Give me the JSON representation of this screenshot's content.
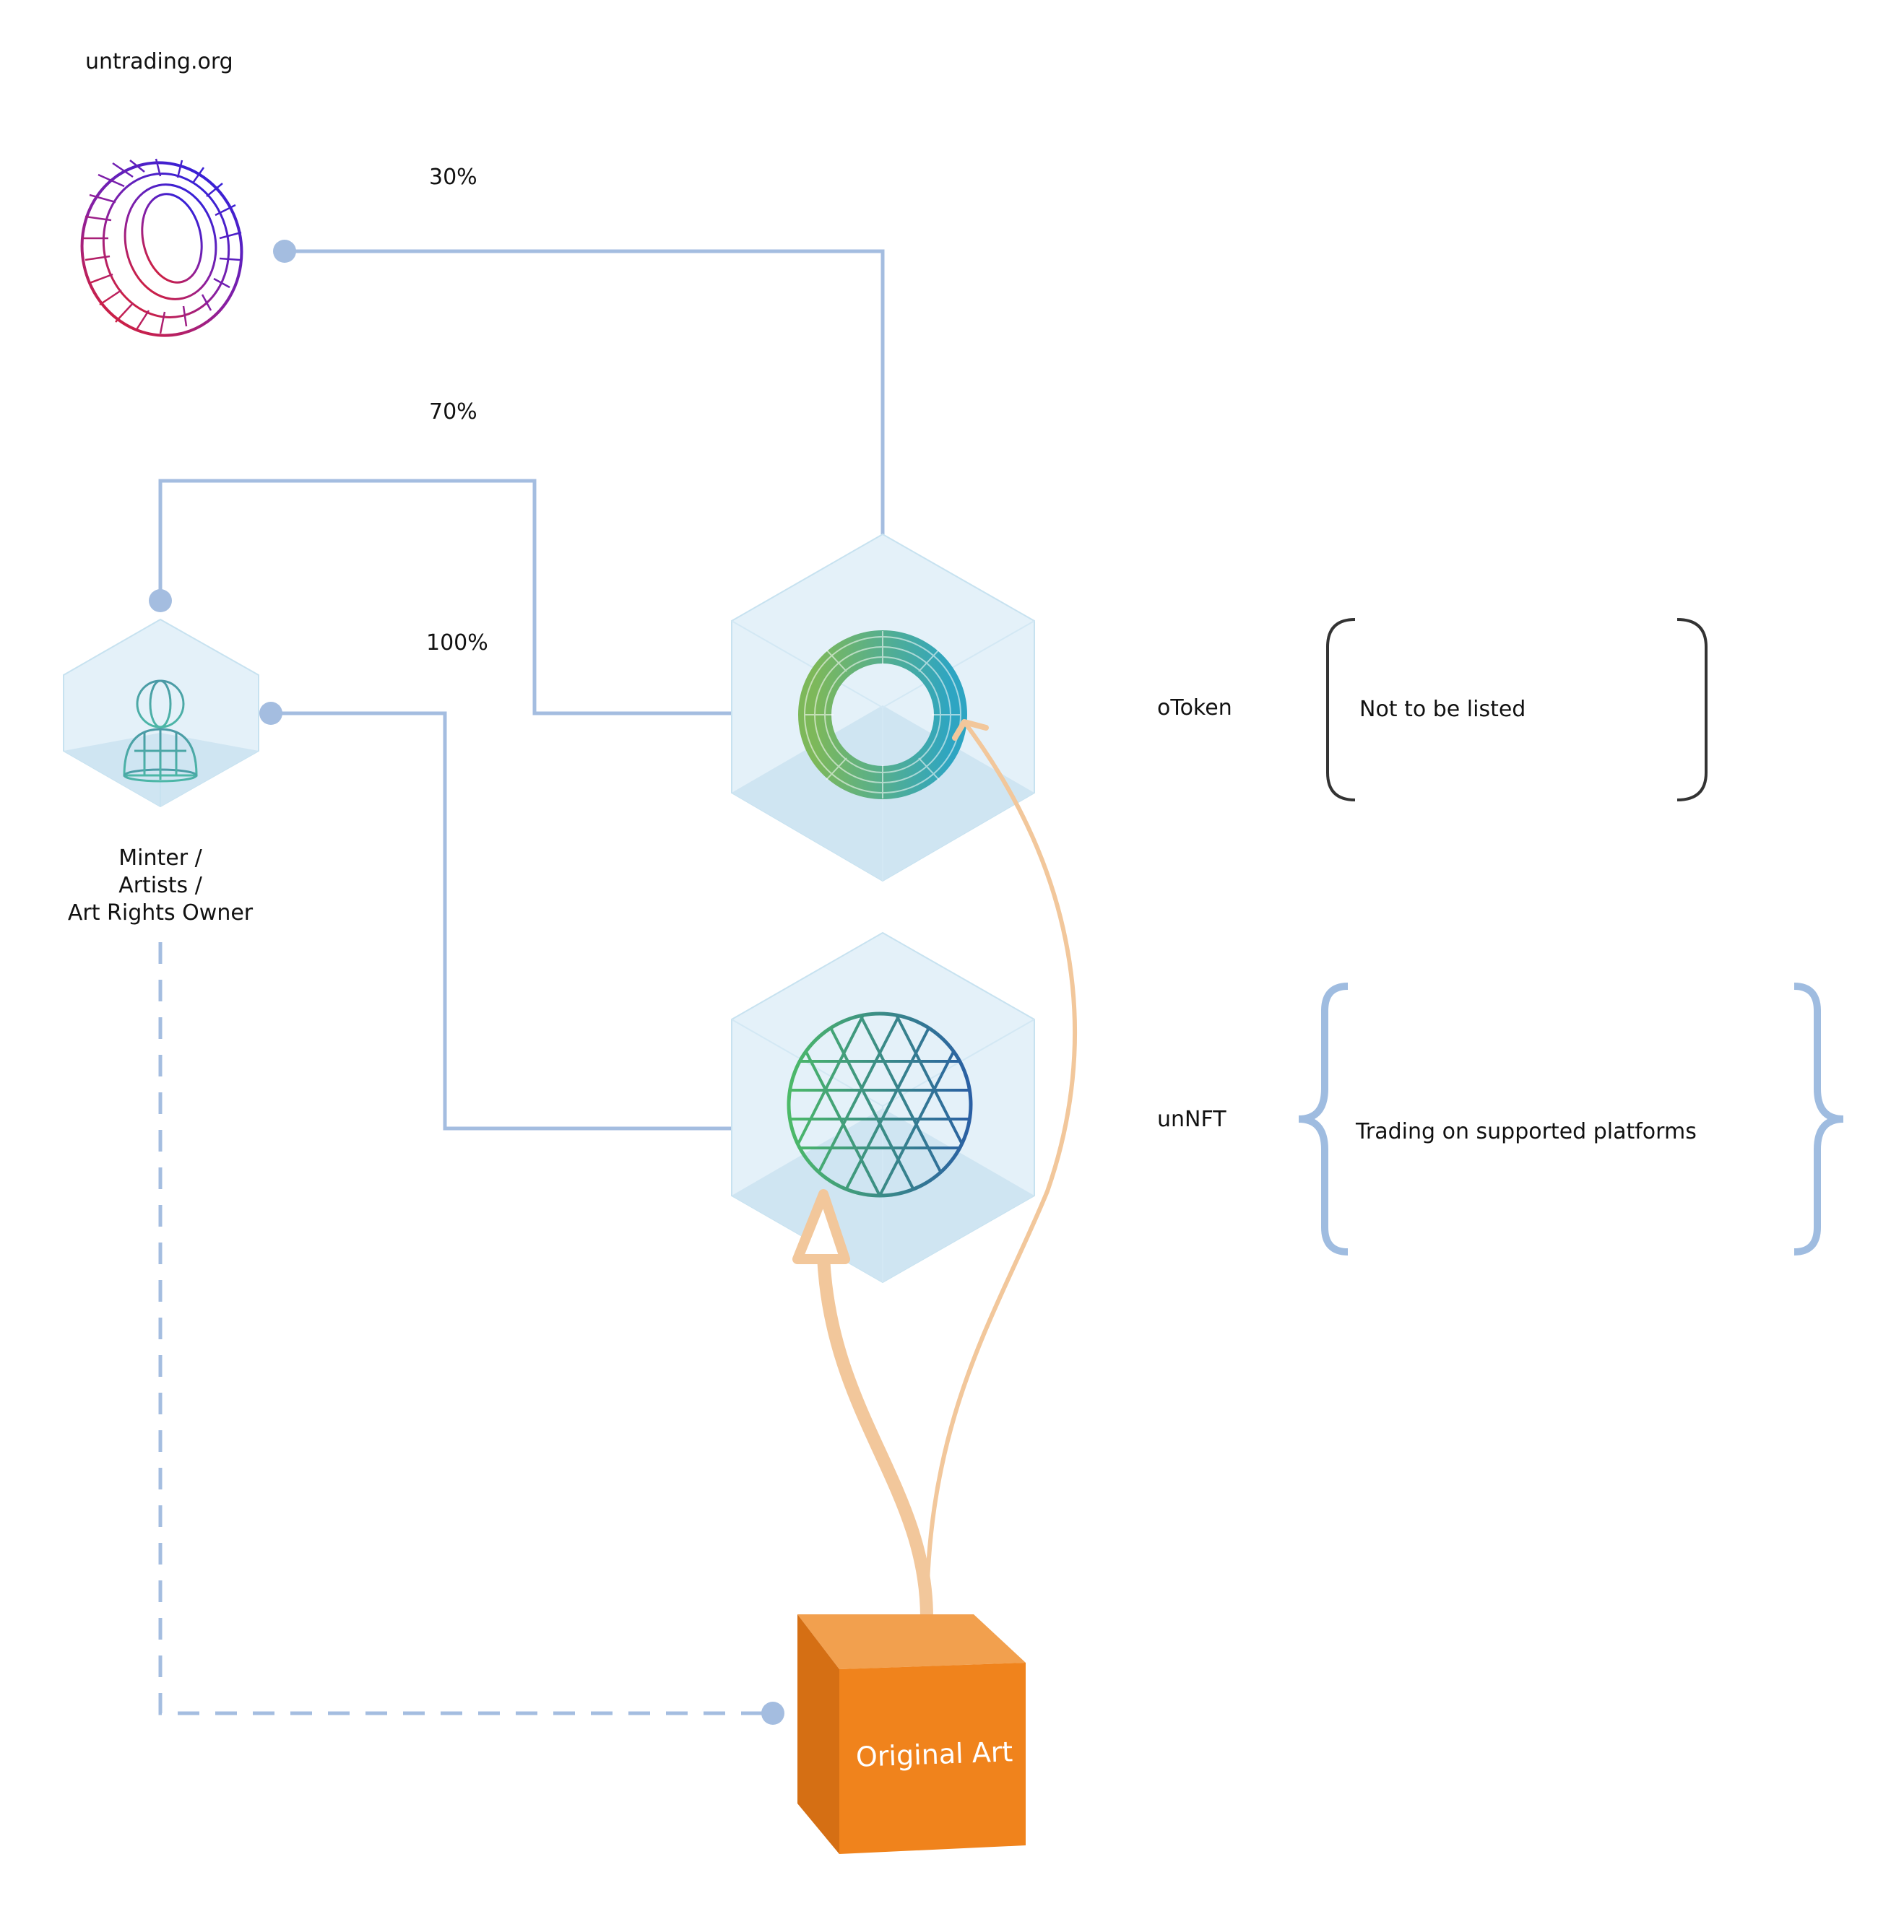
{
  "site": {
    "label": "untrading.org"
  },
  "percentages": {
    "top": "30%",
    "middle": "70%",
    "lower": "100%"
  },
  "minter": {
    "line1": "Minter /",
    "line2": "Artists /",
    "line3": "Art Rights Owner"
  },
  "tokens": {
    "otoken": {
      "label": "oToken",
      "note": "Not to be listed"
    },
    "unnft": {
      "label": "unNFT",
      "note": "Trading on supported platforms"
    }
  },
  "original_art": {
    "label": "Original Art"
  },
  "colors": {
    "connector": "#a4bde0",
    "orange_arrow": "#f2c79b",
    "box_face": "#dbeef8",
    "art_front": "#f0831c",
    "art_top": "#f2a04e",
    "art_side": "#d56f14",
    "brace_blue": "#9fbce0",
    "bracket_dark": "#333333"
  },
  "icons": {
    "logo": "mobius-wireframe-icon",
    "minter": "person-wireframe-icon",
    "otoken": "torus-ring-icon",
    "unnft": "wireframe-sphere-icon"
  }
}
